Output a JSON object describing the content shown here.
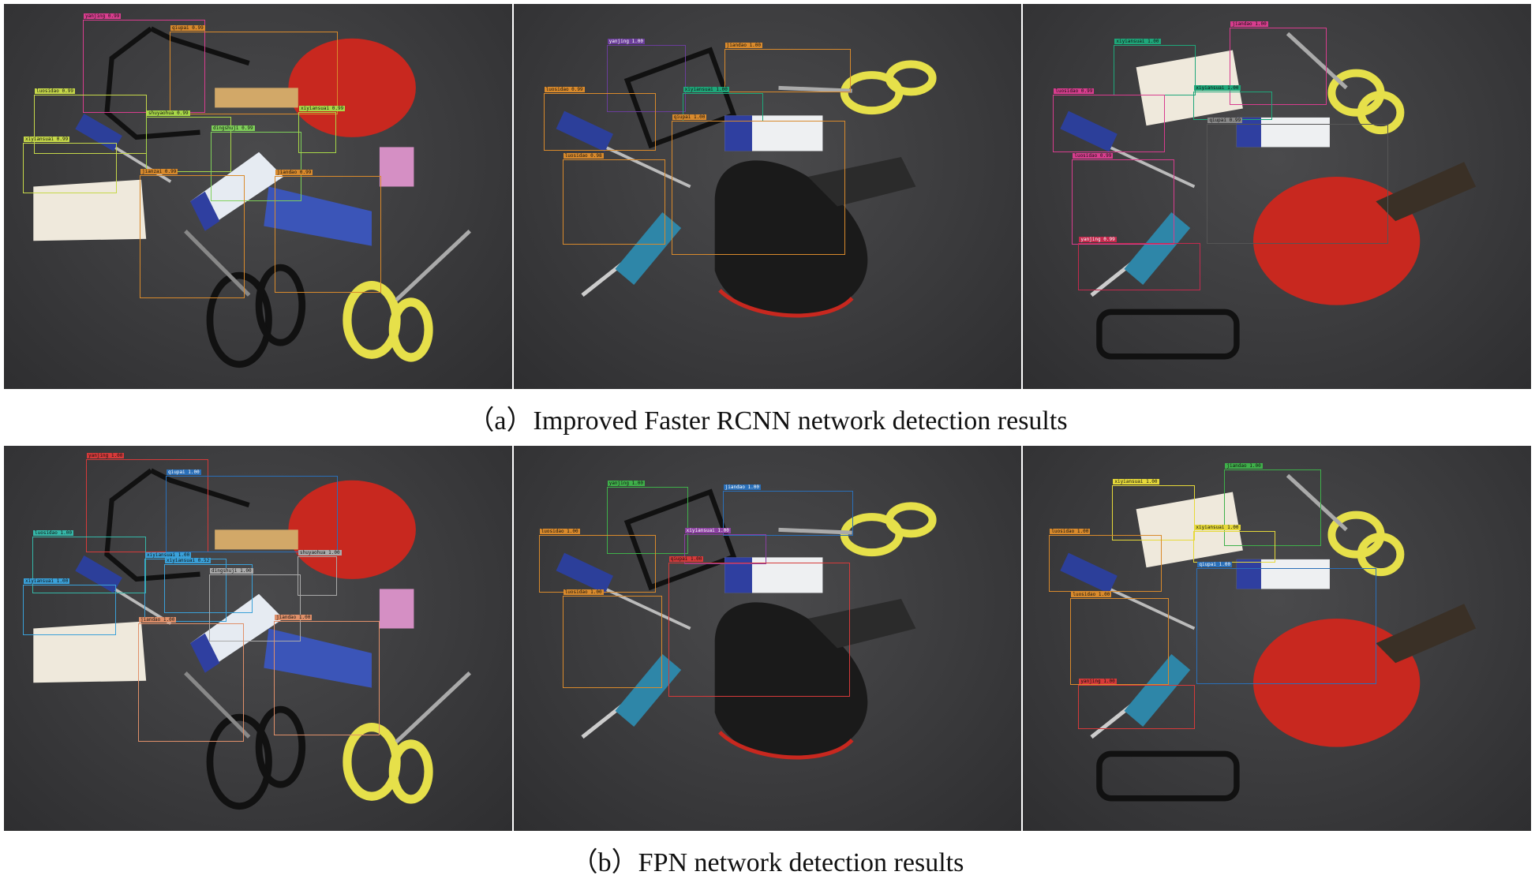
{
  "captions": {
    "a": "（a）Improved Faster RCNN network detection results",
    "b": "（b）FPN network detection results"
  },
  "colors": {
    "table": "#3b3b3d",
    "paddle_red": "#c8281f",
    "paddle_black": "#1a1a1a",
    "handle": "#d2a868",
    "scissors_yellow": "#e6e04a",
    "screwdriver_blue": "#2e86a8",
    "tube_blue": "#2f3fa0"
  },
  "row_a": {
    "panel_1": [
      "yanjing 0.99",
      "qiupai 0.99",
      "luosidao 0.99",
      "xiyiansuai 0.99",
      "shuyaohua 0.99",
      "dingshuji 0.99",
      "jiandao 0.99",
      "jianzai 0.99",
      "xiyiansuai 0.99"
    ],
    "panel_2": [
      "yanjing 1.00",
      "jiandao 1.00",
      "luosidao 0.99",
      "xiyiansuai 1.00",
      "qiupai 1.00",
      "luosidao 0.98"
    ],
    "panel_3": [
      "xiyiansuai 1.00",
      "jiandao 1.00",
      "luosidao 0.99",
      "xiyiansuai 1.00",
      "qiupai 0.99",
      "luosidao 0.99",
      "yanjing 0.99"
    ]
  },
  "row_b": {
    "panel_1": [
      "yanjing 1.00",
      "qiupai 1.00",
      "luosidao 1.00",
      "xiyiansuai 1.00",
      "xiyiansuai 0.52",
      "dingshuji 1.00",
      "xiyiansuai 1.00",
      "jiandao 1.00",
      "jiandao 1.00",
      "shuyaohua 1.00"
    ],
    "panel_2": [
      "yanjing 1.00",
      "jiandao 1.00",
      "luosidao 1.00",
      "xiyiansuai 1.00",
      "qiupai 1.00",
      "luosidao 1.00"
    ],
    "panel_3": [
      "xiyiansuai 1.00",
      "jiandao 1.00",
      "luosidao 1.00",
      "xiyiansuai 1.00",
      "qiupai 1.00",
      "luosidao 1.00",
      "yanjing 1.00"
    ]
  }
}
